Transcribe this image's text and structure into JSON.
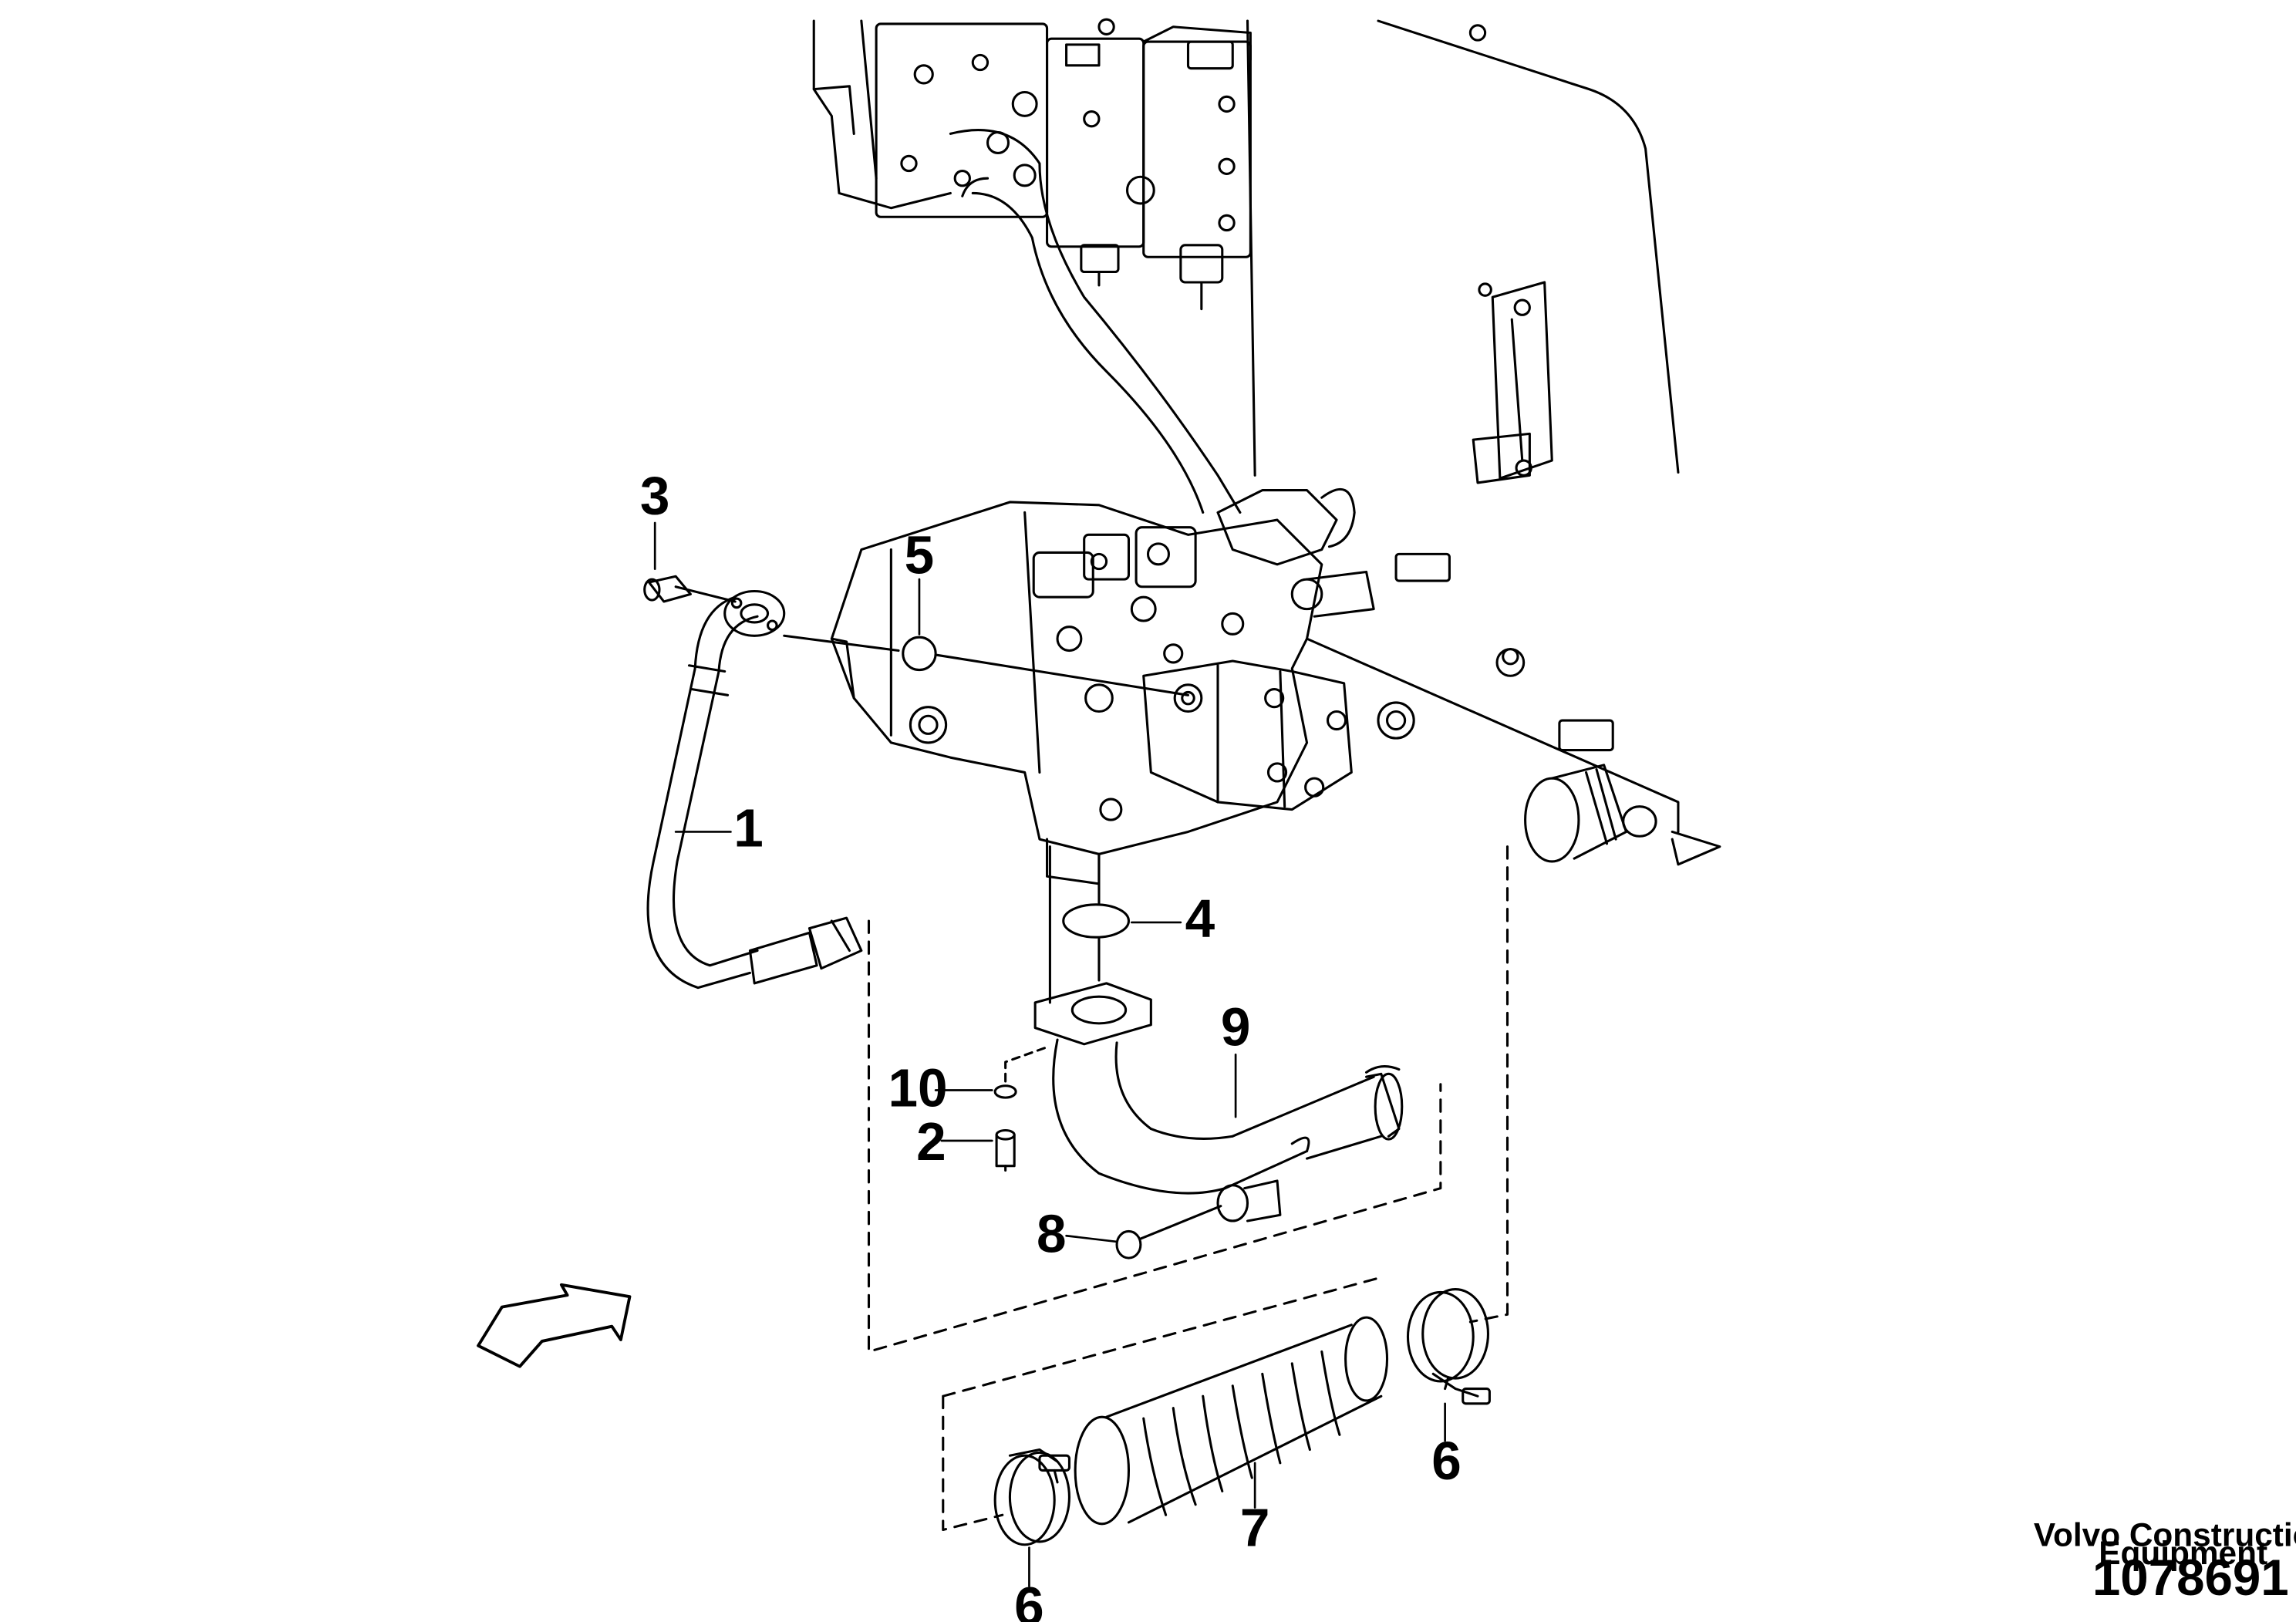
{
  "callouts": {
    "c1": "1",
    "c2": "2",
    "c3": "3",
    "c4": "4",
    "c5": "5",
    "c6a": "6",
    "c6b": "6",
    "c7": "7",
    "c8": "8",
    "c9": "9",
    "c10": "10"
  },
  "footer": {
    "brand_line1": "Volvo Construction",
    "brand_line2": "Equipment",
    "doc_number": "1078691"
  }
}
